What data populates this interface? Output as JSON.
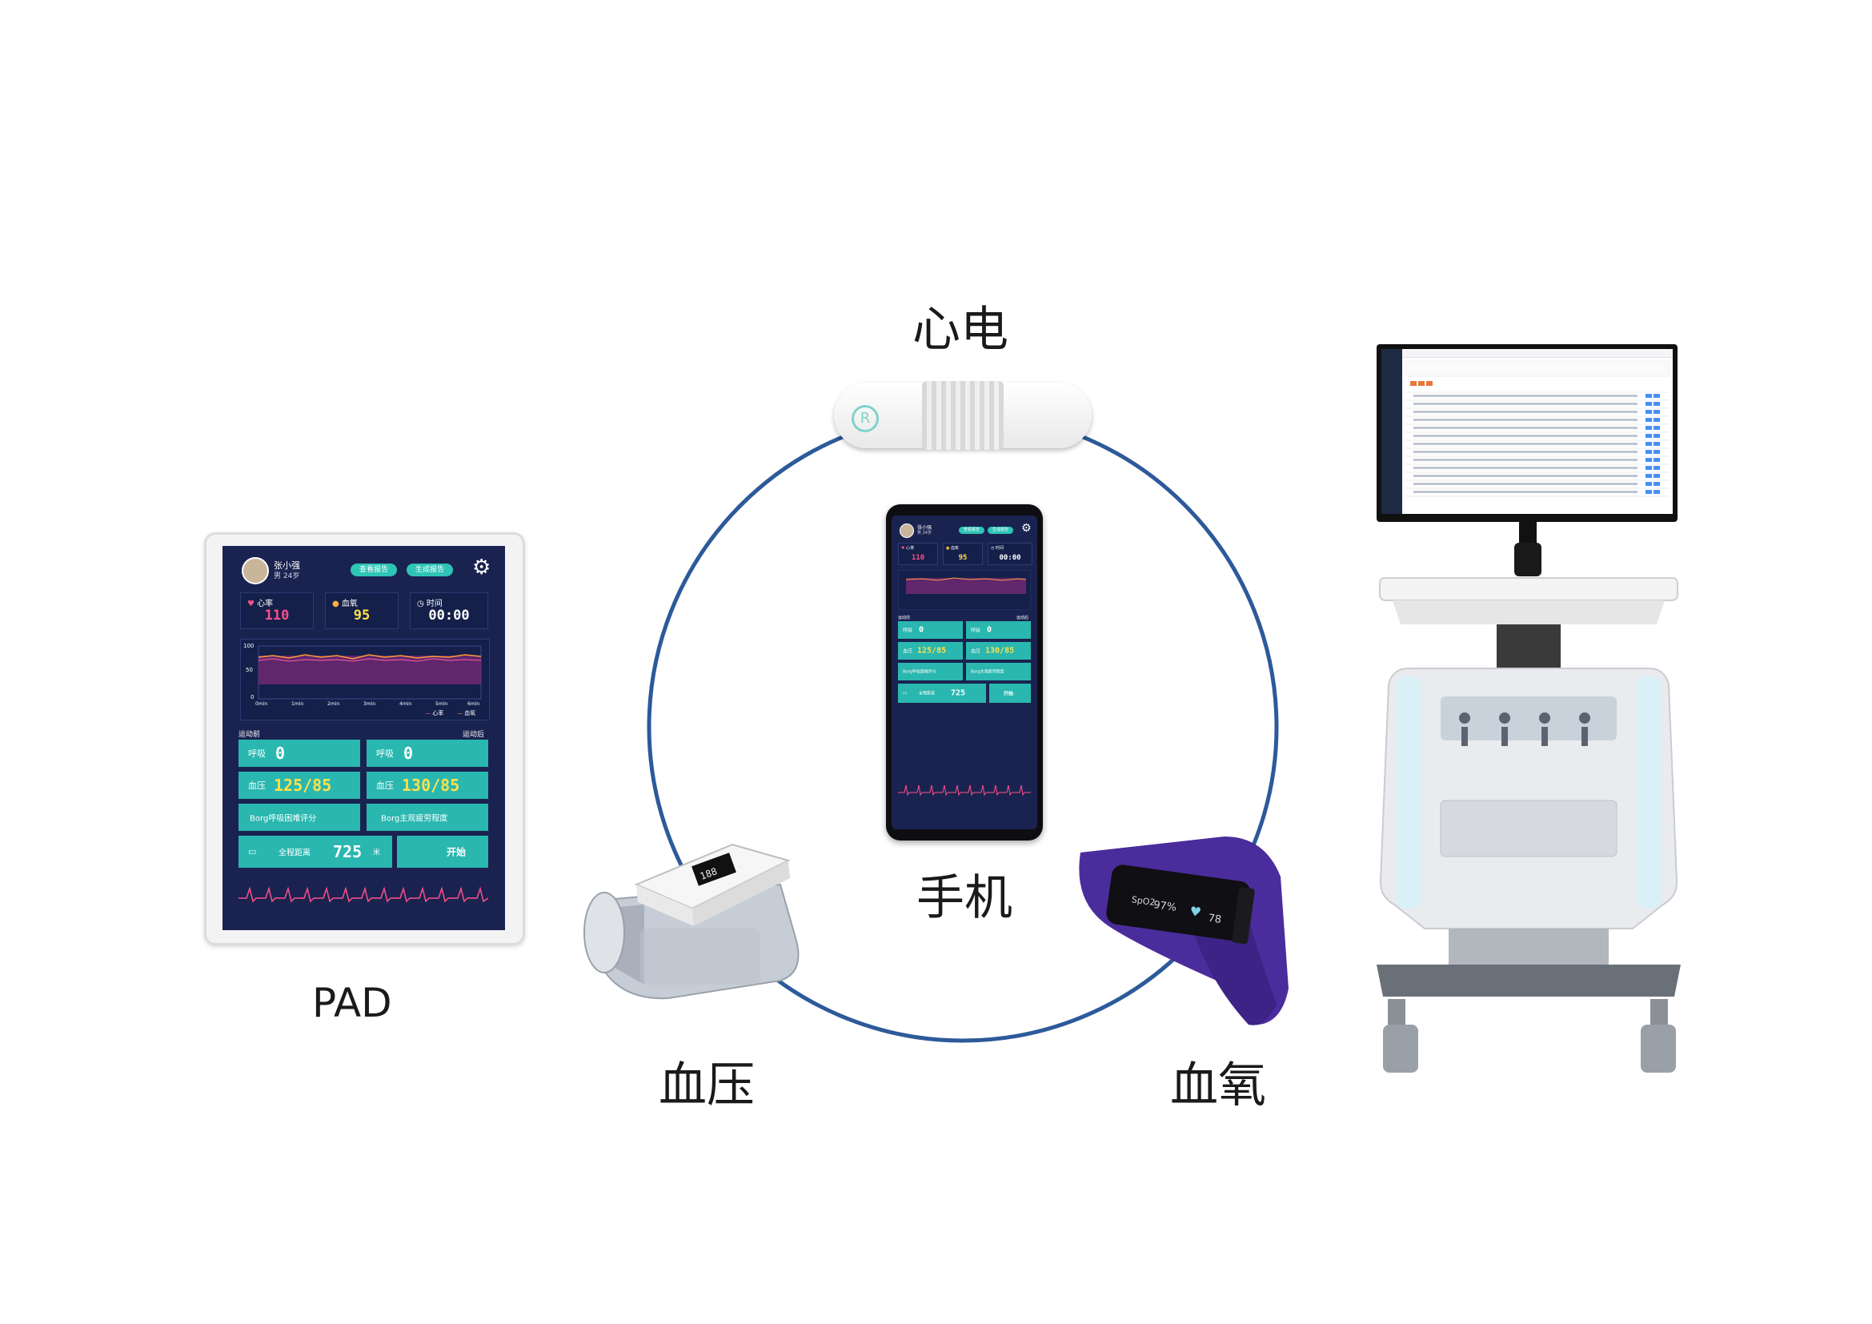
{
  "labels": {
    "ecg": "心电",
    "phone": "手机",
    "pad": "PAD",
    "blood_pressure": "血压",
    "blood_oxygen": "血氧"
  },
  "pad": {
    "user_name": "张小强",
    "user_info": "男 24岁",
    "btn_report_view": "查看报告",
    "btn_report_gen": "生成报告",
    "heart_label": "心率",
    "heart_value": "110",
    "oxygen_label": "血氧",
    "oxygen_value": "95",
    "time_label": "时间",
    "time_value": "00:00",
    "chart_y_ticks": [
      "100",
      "50",
      "0"
    ],
    "chart_x_ticks": [
      "0min",
      "1min",
      "2min",
      "3min",
      "4min",
      "5min",
      "6min"
    ],
    "legend_heart": "心率",
    "legend_oxygen": "血氧",
    "pre_label": "运动前",
    "post_label": "运动后",
    "breath_label": "呼吸",
    "breath_pre": "0",
    "breath_post": "0",
    "bp_label": "血压",
    "bp_pre": "125/85",
    "bp_post": "130/85",
    "borg_breath": "Borg呼吸困难评分",
    "borg_fatigue": "Borg主观疲劳程度",
    "distance_label": "全程距离",
    "distance_value": "725",
    "distance_unit": "米",
    "start_button": "开始"
  },
  "phone": {
    "user_name": "张小强",
    "user_info": "男 24岁",
    "btn_report_view": "查看报告",
    "btn_report_gen": "生成报告",
    "heart_label": "心率",
    "heart_value": "110",
    "oxygen_label": "血氧",
    "oxygen_value": "95",
    "time_label": "时间",
    "time_value": "00:00",
    "pre_label": "运动前",
    "post_label": "运动后",
    "breath_label": "呼吸",
    "breath_pre": "0",
    "breath_post": "0",
    "bp_label": "血压",
    "bp_pre": "125/85",
    "bp_post": "130/85",
    "borg_breath": "Borg呼吸困难评分",
    "borg_fatigue": "Borg主观疲劳程度",
    "distance_label": "全程距离",
    "distance_value": "725",
    "start_button": "开始"
  },
  "oximeter": {
    "spo2_label": "SpO2",
    "spo2_value": "97%",
    "pulse_value": "78"
  },
  "colors": {
    "circle": "#2c5a9a",
    "screen_bg": "#1a2350",
    "teal": "#2ab7b0",
    "yellow": "#ffe14a",
    "wristband": "#4b2c9c"
  }
}
